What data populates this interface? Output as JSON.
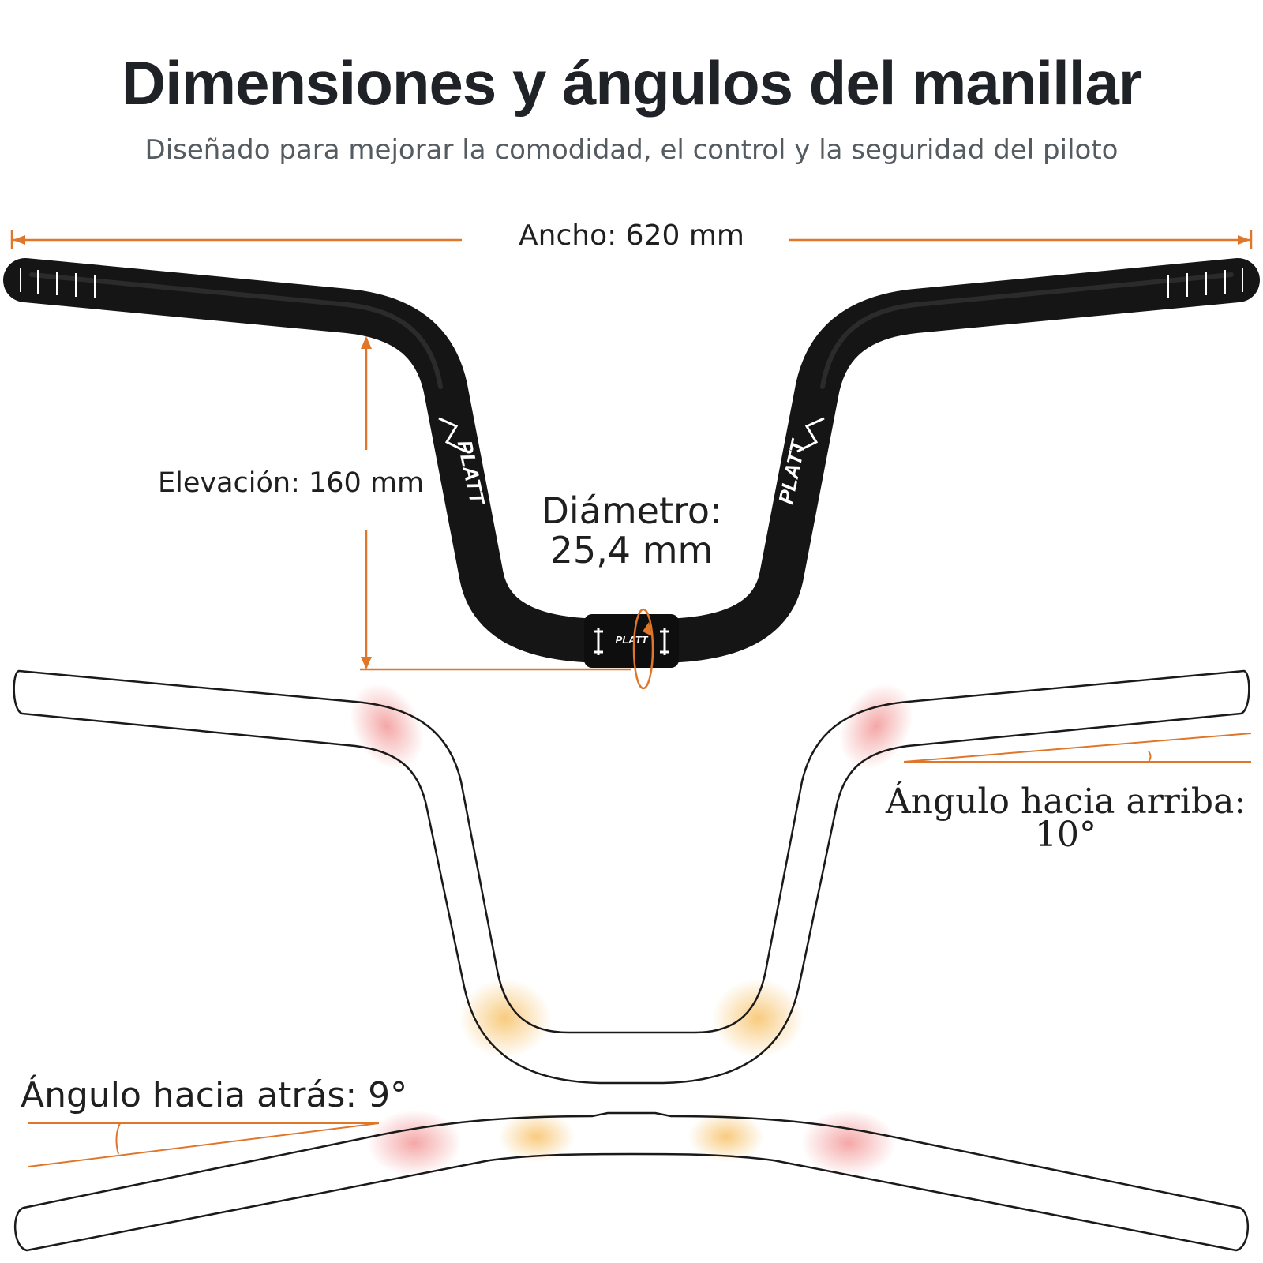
{
  "header": {
    "title": "Dimensiones y ángulos del manillar",
    "subtitle": "Diseñado para mejorar la comodidad, el control y la seguridad del piloto"
  },
  "dimensions": {
    "width_label": "Ancho: 620 mm",
    "rise_label": "Elevación: 160 mm",
    "diameter_label": "Diámetro: 25,4 mm"
  },
  "angles": {
    "upsweep_label": "Ángulo hacia arriba: 10°",
    "backsweep_label": "Ángulo hacia atrás: 9°"
  },
  "branding": {
    "logo_text": "PLATT",
    "clamp_text": "PLATT"
  },
  "colors": {
    "dimension_line": "#e0762a",
    "bar": "#151515",
    "highlight_red": "#f4a6a6",
    "highlight_orange": "#f8cf86"
  }
}
